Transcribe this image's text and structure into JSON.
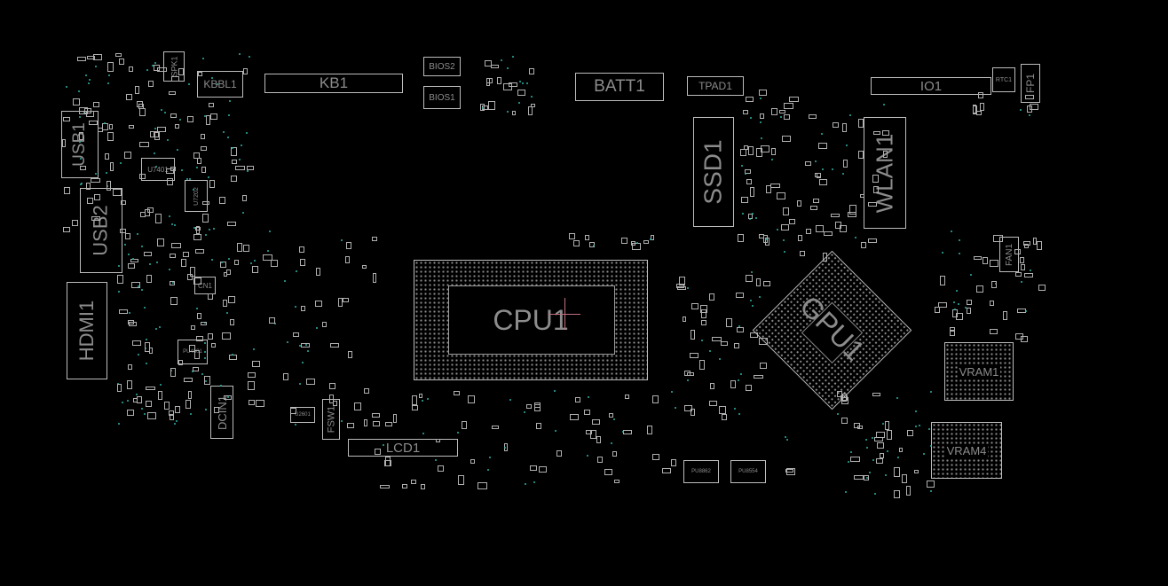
{
  "board": {
    "components": {
      "spk1": "SPK1",
      "kbbl1": "KBBL1",
      "kb1": "KB1",
      "bios2": "BIOS2",
      "bios1": "BIOS1",
      "batt1": "BATT1",
      "tpad1": "TPAD1",
      "io1": "IO1",
      "rtc1": "RTC1",
      "fp1": "FP1",
      "usb1": "USB1",
      "usb2": "USB2",
      "u7401": "U7401",
      "u7202": "U7202",
      "cn1": "CN1",
      "hdmi1": "HDMI1",
      "pu4601": "PU4601",
      "dcin1": "DCIN1",
      "u2601": "U2601",
      "fsw1": "FSW1",
      "lcd1": "LCD1",
      "cpu1": "CPU1",
      "ssd1": "SSD1",
      "wlan1": "WLAN1",
      "gpu1": "GPU1",
      "fan1": "FAN1",
      "vram1": "VRAM1",
      "vram4": "VRAM4",
      "pu8862": "PU8862",
      "pu8554": "PU8554"
    },
    "colors": {
      "background": "#000000",
      "outline": "#bdbdbd",
      "label": "#8c8c8c",
      "testpoint": "#2fb3a8",
      "cursor": "#c07080"
    }
  }
}
